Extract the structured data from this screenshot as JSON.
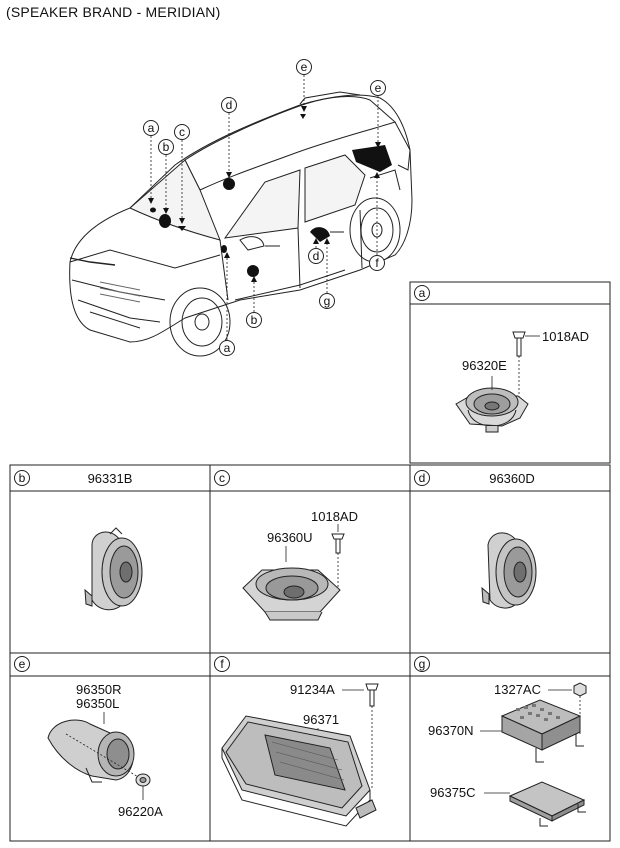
{
  "title": "(SPEAKER BRAND - MERIDIAN)",
  "callouts": {
    "a": "a",
    "b": "b",
    "c": "c",
    "d": "d",
    "e": "e",
    "f": "f",
    "g": "g"
  },
  "panels": {
    "a": {
      "key": "a",
      "header": "",
      "parts": [
        "1018AD",
        "96320E"
      ]
    },
    "b": {
      "key": "b",
      "header": "96331B",
      "parts": []
    },
    "c": {
      "key": "c",
      "header": "",
      "parts": [
        "1018AD",
        "96360U"
      ]
    },
    "d": {
      "key": "d",
      "header": "96360D",
      "parts": []
    },
    "e": {
      "key": "e",
      "header": "",
      "parts": [
        "96350R",
        "96350L",
        "96220A"
      ]
    },
    "f": {
      "key": "f",
      "header": "",
      "parts": [
        "91234A",
        "96371"
      ]
    },
    "g": {
      "key": "g",
      "header": "",
      "parts": [
        "1327AC",
        "96370N",
        "96375C"
      ]
    }
  }
}
